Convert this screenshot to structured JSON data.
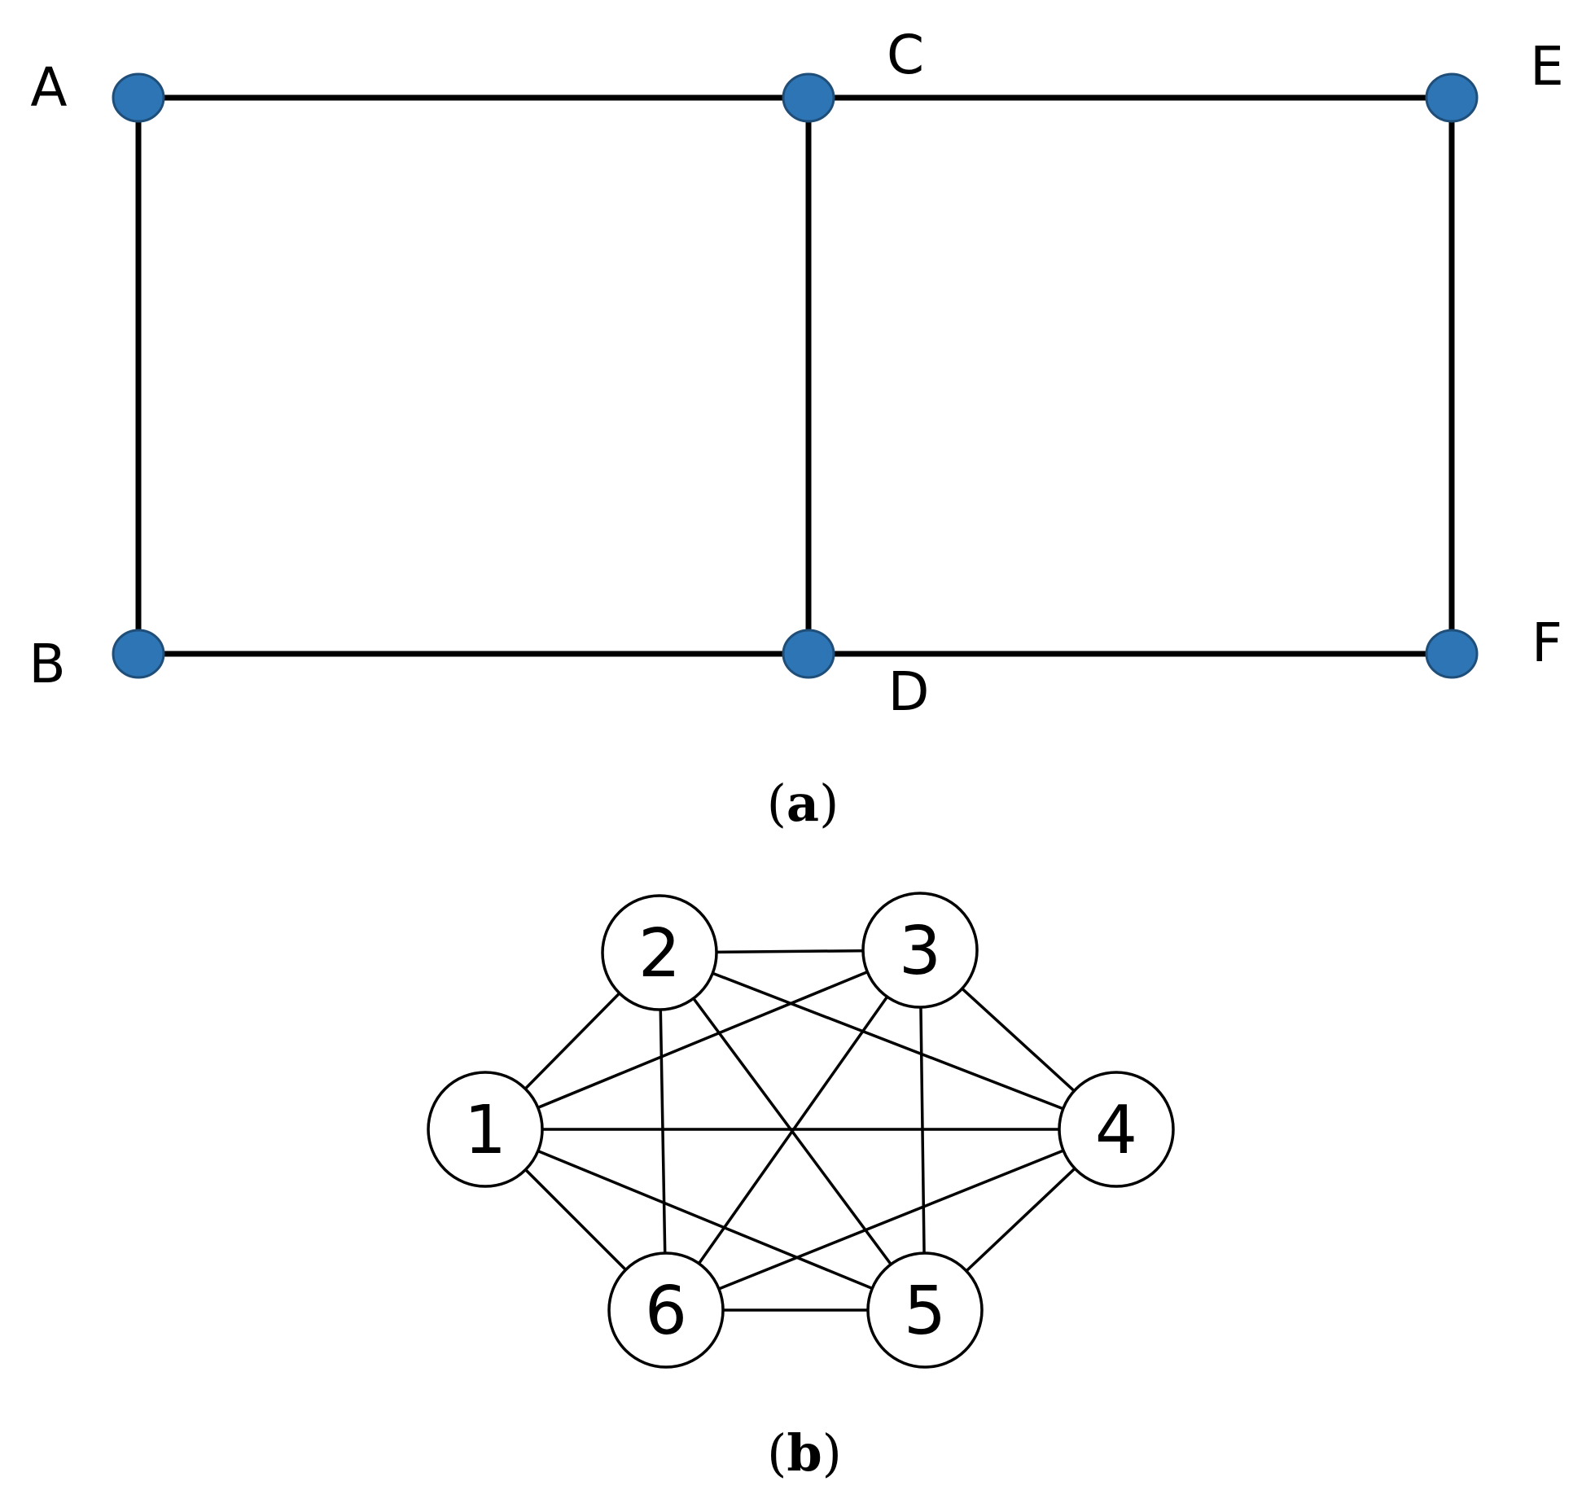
{
  "panel_a": {
    "caption": {
      "open": "(",
      "letter": "a",
      "close": ")"
    },
    "node_color": "#2e75b6",
    "node_stroke": "#1f4e79",
    "edge_color": "#000000",
    "nodes": [
      {
        "id": "A",
        "label": "A"
      },
      {
        "id": "B",
        "label": "B"
      },
      {
        "id": "C",
        "label": "C"
      },
      {
        "id": "D",
        "label": "D"
      },
      {
        "id": "E",
        "label": "E"
      },
      {
        "id": "F",
        "label": "F"
      }
    ],
    "edges": [
      [
        "A",
        "C"
      ],
      [
        "C",
        "E"
      ],
      [
        "B",
        "D"
      ],
      [
        "D",
        "F"
      ],
      [
        "A",
        "B"
      ],
      [
        "C",
        "D"
      ],
      [
        "E",
        "F"
      ]
    ]
  },
  "panel_b": {
    "caption": {
      "open": "(",
      "letter": "b",
      "close": ")"
    },
    "edge_color": "#000000",
    "nodes": [
      {
        "id": "1",
        "label": "1"
      },
      {
        "id": "2",
        "label": "2"
      },
      {
        "id": "3",
        "label": "3"
      },
      {
        "id": "4",
        "label": "4"
      },
      {
        "id": "5",
        "label": "5"
      },
      {
        "id": "6",
        "label": "6"
      }
    ],
    "edges": [
      [
        "1",
        "2"
      ],
      [
        "1",
        "3"
      ],
      [
        "1",
        "4"
      ],
      [
        "1",
        "5"
      ],
      [
        "1",
        "6"
      ],
      [
        "2",
        "3"
      ],
      [
        "2",
        "4"
      ],
      [
        "2",
        "5"
      ],
      [
        "2",
        "6"
      ],
      [
        "3",
        "4"
      ],
      [
        "3",
        "5"
      ],
      [
        "3",
        "6"
      ],
      [
        "4",
        "5"
      ],
      [
        "4",
        "6"
      ],
      [
        "5",
        "6"
      ]
    ]
  }
}
